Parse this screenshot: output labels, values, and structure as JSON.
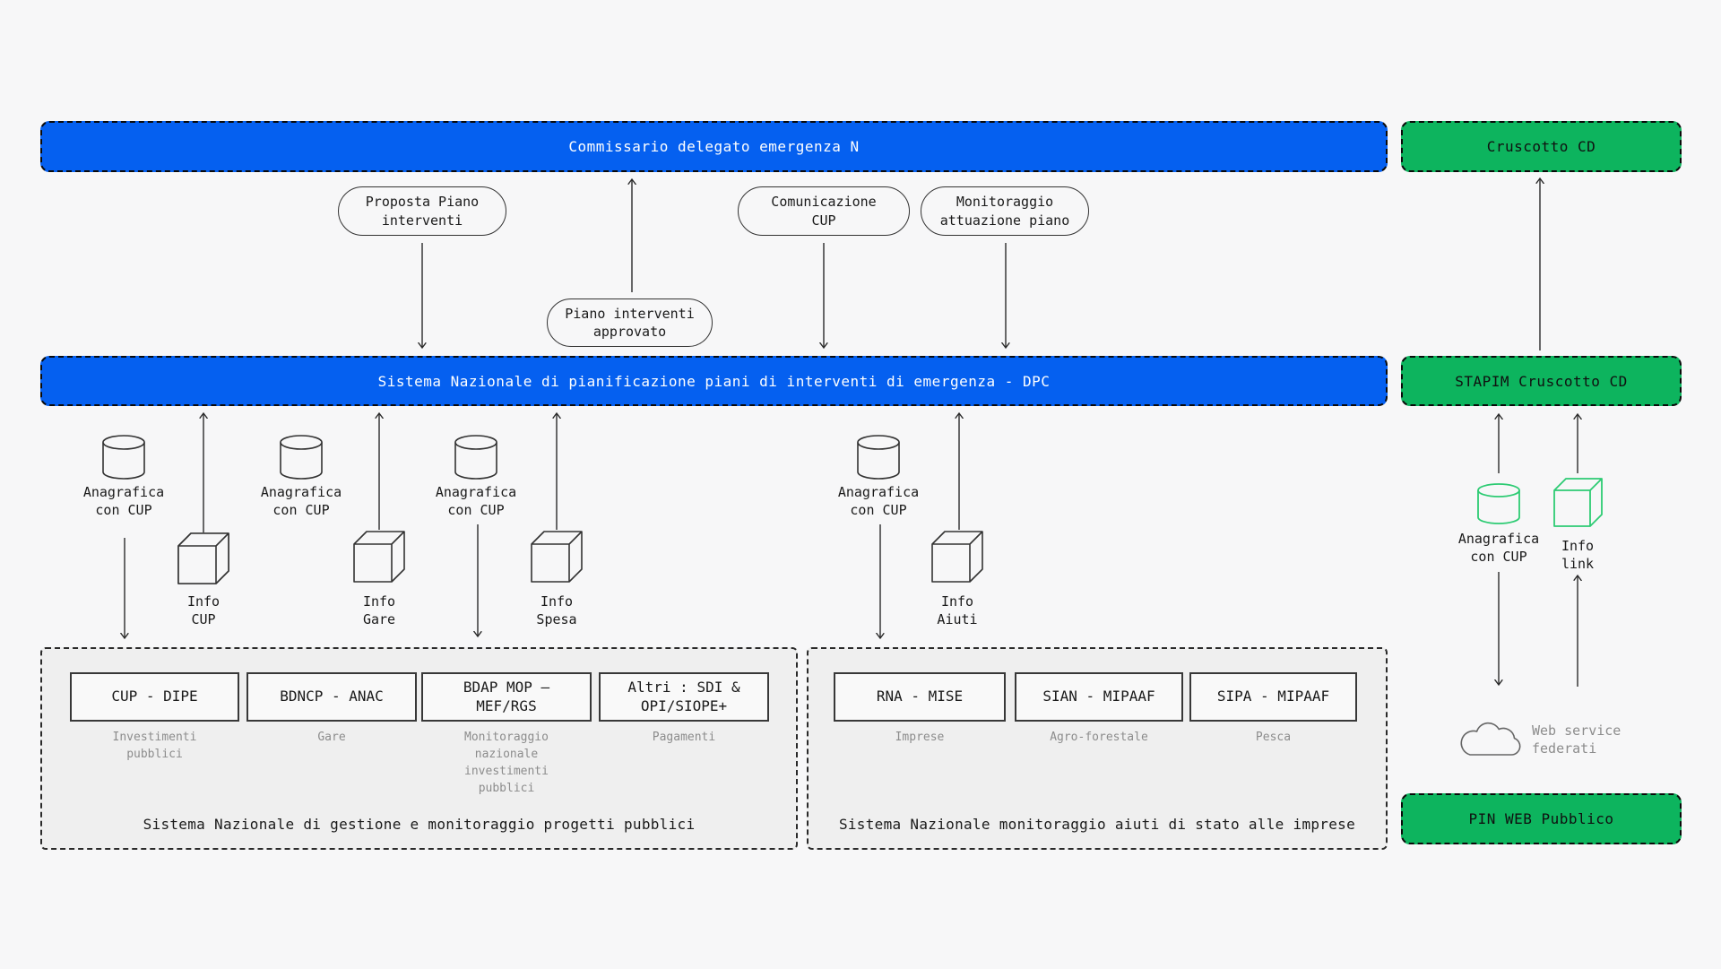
{
  "palette": {
    "blue": "#0560f0",
    "green": "#0db45e",
    "ink": "#1a1a1a",
    "muted": "#8c8c8c",
    "shape_green": "#2dcb73"
  },
  "top": {
    "commissario": "Commissario delegato emergenza N",
    "cruscotto": "Cruscotto CD"
  },
  "stadiums": {
    "proposta": "Proposta Piano\ninterventi",
    "comunicazione": "Comunicazione\nCUP",
    "monitoraggio": "Monitoraggio\nattuazione piano",
    "piano_approvato": "Piano interventi\napprovato"
  },
  "system_bar": "Sistema Nazionale di pianificazione piani di interventi di emergenza - DPC",
  "stapim": "STAPIM Cruscotto CD",
  "datastores": {
    "anagrafica1": "Anagrafica\ncon CUP",
    "anagrafica2": "Anagrafica\ncon CUP",
    "anagrafica3": "Anagrafica\ncon CUP",
    "anagrafica4": "Anagrafica\ncon CUP",
    "info_cup": "Info\nCUP",
    "info_gare": "Info\nGare",
    "info_spesa": "Info\nSpesa",
    "info_aiuti": "Info\nAiuti"
  },
  "box_progetti": {
    "cells": [
      {
        "label": "CUP - DIPE",
        "caption": "Investimenti\npubblici"
      },
      {
        "label": "BDNCP - ANAC",
        "caption": "Gare"
      },
      {
        "label": "BDAP MOP –\nMEF/RGS",
        "caption": "Monitoraggio\nnazionale\ninvestimenti\npubblici"
      },
      {
        "label": "Altri : SDI &\nOPI/SIOPE+",
        "caption": "Pagamenti"
      }
    ],
    "title": "Sistema Nazionale di gestione e monitoraggio progetti pubblici"
  },
  "box_aiuti": {
    "cells": [
      {
        "label": "RNA - MISE",
        "caption": "Imprese"
      },
      {
        "label": "SIAN - MIPAAF",
        "caption": "Agro-forestale"
      },
      {
        "label": "SIPA - MIPAAF",
        "caption": "Pesca"
      }
    ],
    "title": "Sistema Nazionale monitoraggio aiuti di stato alle imprese"
  },
  "right": {
    "anagrafica": "Anagrafica\ncon CUP",
    "info_link": "Info\nlink",
    "web_service": "Web service\nfederati",
    "pin_web": "PIN WEB Pubblico"
  }
}
